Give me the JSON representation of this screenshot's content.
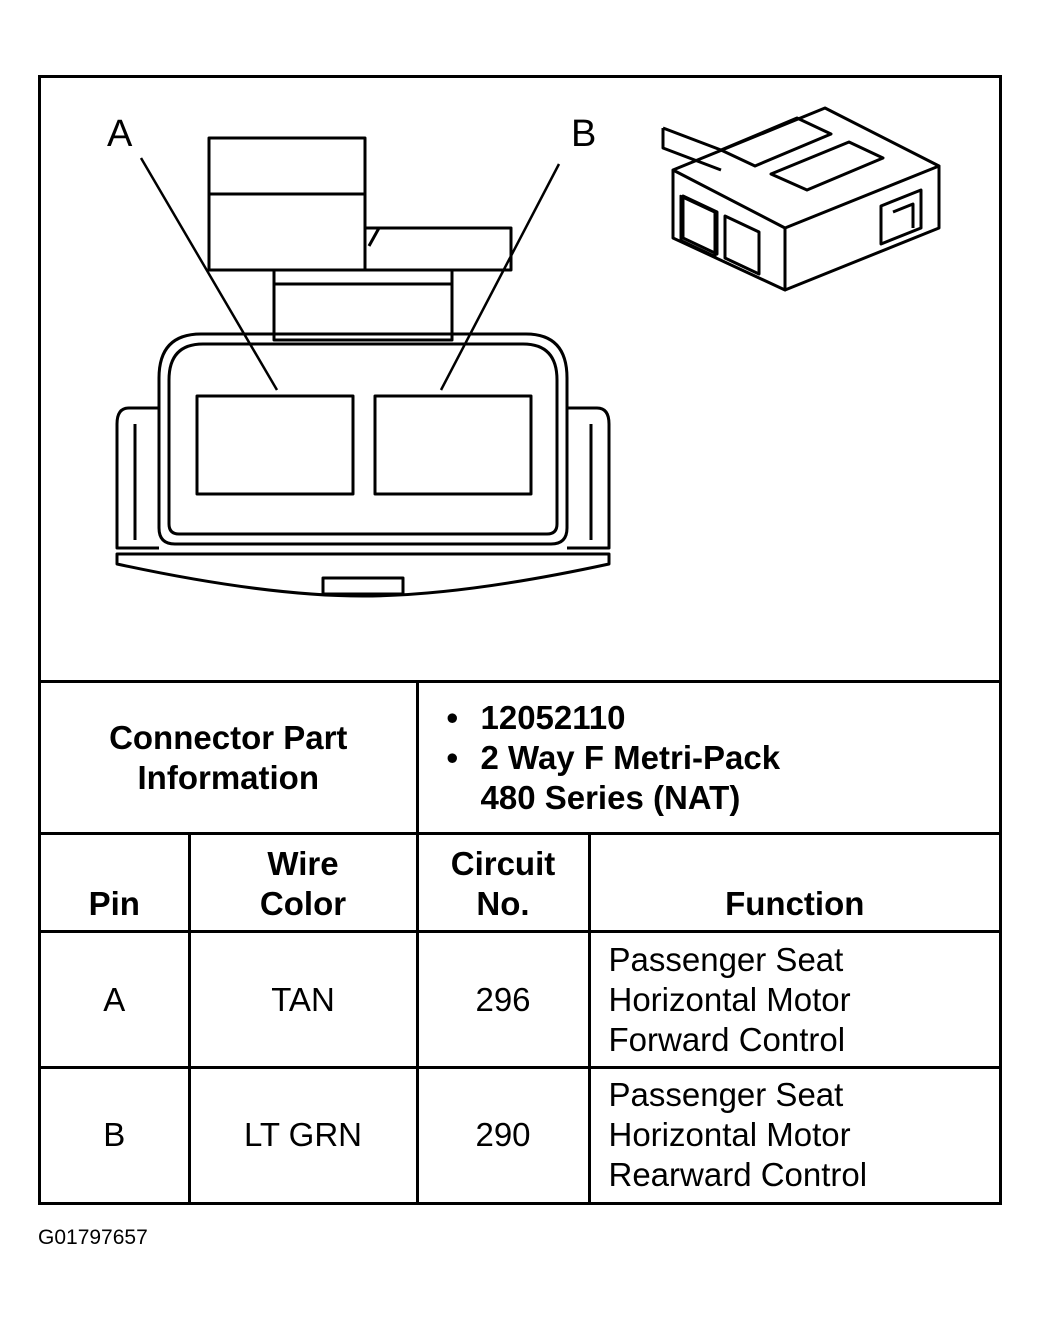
{
  "diagram": {
    "pin_labels": [
      "A",
      "B"
    ]
  },
  "connector_info": {
    "label_line1": "Connector Part",
    "label_line2": "Information",
    "items": [
      {
        "line1": "12052110",
        "line2": ""
      },
      {
        "line1": "2 Way F Metri-Pack",
        "line2": "480 Series (NAT)"
      }
    ]
  },
  "headers": {
    "pin": "Pin",
    "wire_color_1": "Wire",
    "wire_color_2": "Color",
    "circuit_1": "Circuit",
    "circuit_2": "No.",
    "function": "Function"
  },
  "rows": [
    {
      "pin": "A",
      "wire_color": "TAN",
      "circuit": "296",
      "function_1": "Passenger Seat",
      "function_2": "Horizontal Motor",
      "function_3": "Forward Control"
    },
    {
      "pin": "B",
      "wire_color": "LT GRN",
      "circuit": "290",
      "function_1": "Passenger Seat",
      "function_2": "Horizontal Motor",
      "function_3": "Rearward Control"
    }
  ],
  "figure_code": "G01797657"
}
